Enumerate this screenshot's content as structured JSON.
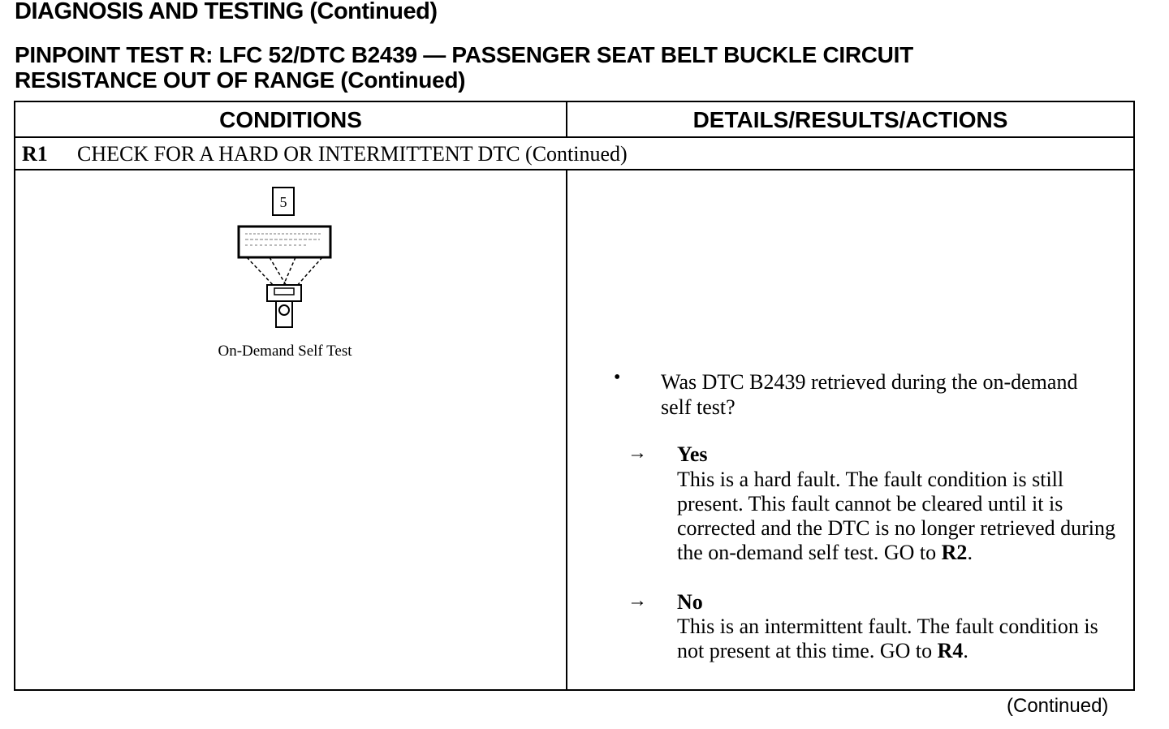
{
  "section_title": "DIAGNOSIS AND TESTING (Continued)",
  "pinpoint_title_line1": "PINPOINT TEST R:  LFC 52/DTC B2439 — PASSENGER SEAT BELT BUCKLE CIRCUIT",
  "pinpoint_title_line2": "RESISTANCE OUT OF RANGE (Continued)",
  "table": {
    "col_conditions": "CONDITIONS",
    "col_details": "DETAILS/RESULTS/ACTIONS",
    "step_id": "R1",
    "step_title": "CHECK FOR A HARD OR INTERMITTENT DTC (Continued)"
  },
  "illustration": {
    "number": "5",
    "caption": "On-Demand Self Test",
    "icon": "diagnostic-tool-icon"
  },
  "question": {
    "bullet": "•",
    "text": "Was DTC B2439 retrieved during the on-demand self test?"
  },
  "answers": {
    "arrow": "→",
    "yes_label": "Yes",
    "yes_text": "This is a hard fault. The fault condition is still present. This fault cannot be cleared until it is corrected and the DTC is no longer retrieved during the on-demand self test. GO to ",
    "yes_goto": "R2",
    "no_label": "No",
    "no_text": "This is an intermittent fault. The fault condition is not present at this time. GO to ",
    "no_goto": "R4"
  },
  "footer": "(Continued)"
}
